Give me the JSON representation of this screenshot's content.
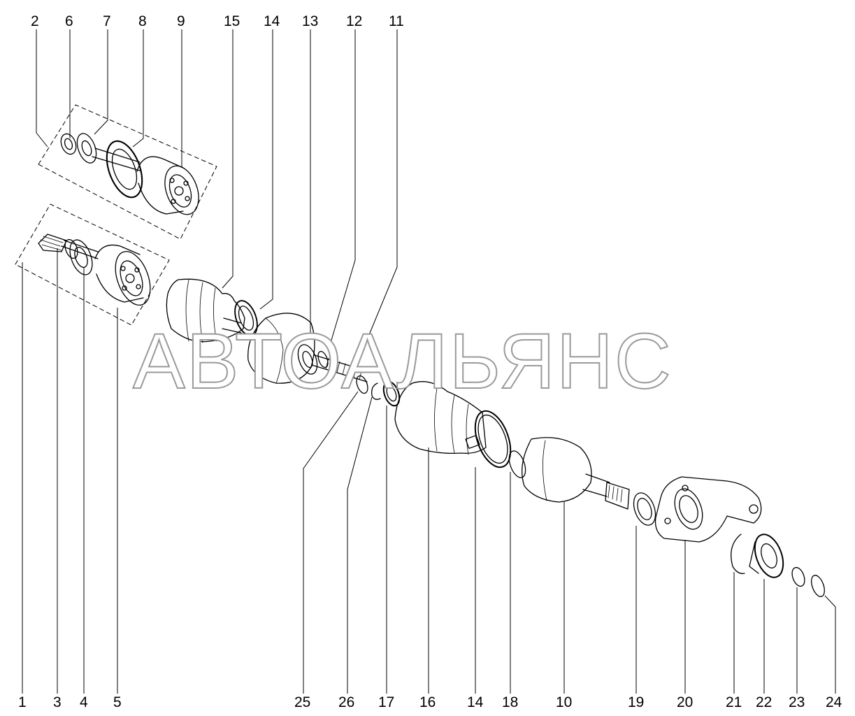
{
  "watermark": "АВТОАЛЬЯНС",
  "callouts_top": [
    "2",
    "6",
    "7",
    "8",
    "9",
    "15",
    "14",
    "13",
    "12",
    "11"
  ],
  "callouts_bottom": [
    "1",
    "3",
    "4",
    "5",
    "25",
    "26",
    "17",
    "16",
    "14",
    "18",
    "10",
    "19",
    "20",
    "21",
    "22",
    "23",
    "24"
  ],
  "colors": {
    "line": "#000000",
    "watermark_stroke": "#9a9a9a",
    "background": "#ffffff"
  }
}
